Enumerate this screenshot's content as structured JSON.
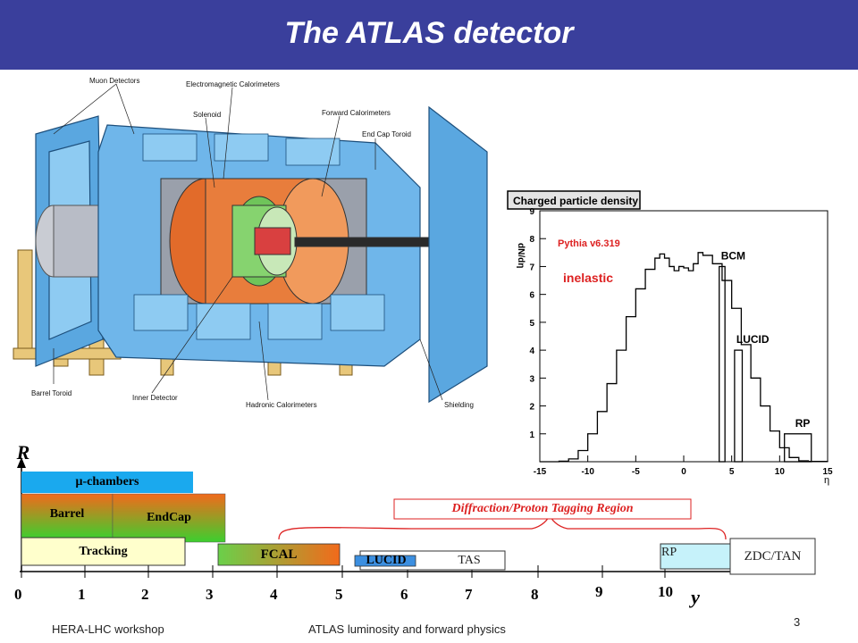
{
  "slide": {
    "title": "The ATLAS detector",
    "footer_left": "HERA-LHC workshop",
    "footer_center": "ATLAS luminosity and forward physics",
    "page_number": "3",
    "title_bar_color": "#3a3f9c"
  },
  "detector_labels": {
    "muon": "Muon Detectors",
    "em": "Electromagnetic Calorimeters",
    "solenoid": "Solenoid",
    "fwd_cal": "Forward Calorimeters",
    "endcap_toroid": "End Cap Toroid",
    "barrel_toroid": "Barrel Toroid",
    "inner_detector": "Inner Detector",
    "hadronic": "Hadronic Calorimeters",
    "shielding": "Shielding"
  },
  "chart_data": {
    "type": "line",
    "title": "Charged particle density",
    "ylabel": "dN/dη",
    "xlabel": "η",
    "generator_label": "Pythia v6.319",
    "annotation": "inelastic",
    "xlim": [
      -15,
      15
    ],
    "ylim": [
      0,
      9
    ],
    "x_ticks": [
      "-15",
      "-10",
      "-5",
      "0",
      "5",
      "10",
      "15"
    ],
    "y_ticks": [
      "1",
      "2",
      "3",
      "4",
      "5",
      "6",
      "7",
      "8",
      "9"
    ],
    "series": [
      {
        "x": [
          -15,
          -13,
          -12,
          -11,
          -10,
          -9,
          -8,
          -7,
          -6,
          -5,
          -4,
          -3,
          -2.5,
          -2,
          -1.5,
          -1,
          -0.5,
          0,
          0.5,
          1,
          1.5,
          2,
          3,
          4,
          5,
          6,
          7,
          8,
          9,
          10,
          11,
          12,
          13,
          15
        ],
        "y": [
          0,
          0.02,
          0.1,
          0.4,
          1.0,
          1.8,
          2.8,
          4.0,
          5.2,
          6.2,
          6.9,
          7.3,
          7.45,
          7.3,
          7.0,
          6.85,
          7.0,
          6.95,
          6.85,
          7.1,
          7.5,
          7.4,
          7.1,
          6.5,
          5.5,
          4.2,
          3.0,
          2.0,
          1.1,
          0.5,
          0.15,
          0.03,
          0.01,
          0
        ]
      }
    ],
    "detectors": [
      {
        "label": "BCM",
        "x0": 3.7,
        "x1": 4.3,
        "y": 7.0
      },
      {
        "label": "LUCID",
        "x0": 5.3,
        "x1": 6.1,
        "y": 4.0
      },
      {
        "label": "RP",
        "x0": 10.5,
        "x1": 13.3,
        "y": 1.0
      }
    ]
  },
  "coverage": {
    "r_label": "R",
    "y_label": "y",
    "ticks": [
      "0",
      "1",
      "2",
      "3",
      "4",
      "5",
      "6",
      "7",
      "8",
      "9",
      "10"
    ],
    "mu_chambers": "μ-chambers",
    "barrel": "Barrel",
    "endcap": "EndCap",
    "tracking": "Tracking",
    "fcal": "FCAL",
    "lucid": "LUCID",
    "tas": "TAS",
    "rp": "RP",
    "zdc": "ZDC/TAN",
    "diffraction_region": "Diffraction/Proton Tagging Region"
  }
}
